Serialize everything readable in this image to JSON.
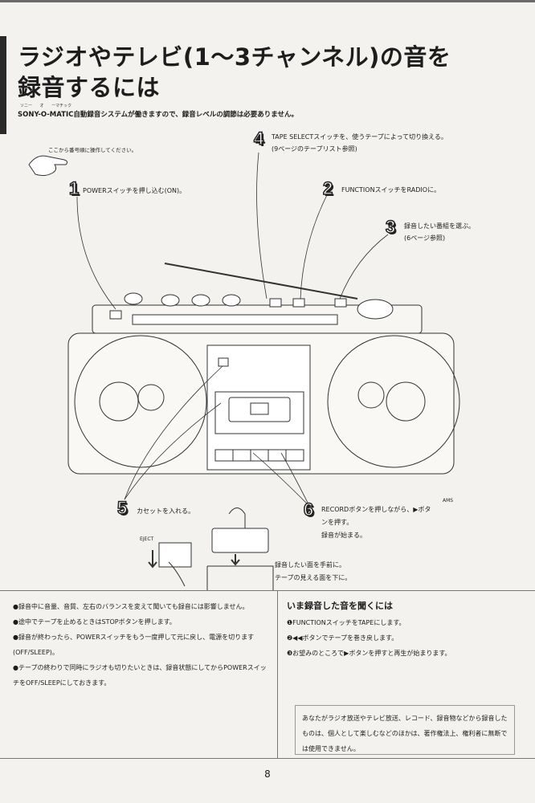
{
  "title": {
    "line1": "ラジオやテレビ(1〜3チャンネル)の音を",
    "line2": "録音するには"
  },
  "subtitle": "SONY-O-MATIC自動録音システムが働きますので、録音レベルの調節は必要ありません。",
  "subtitle_ruby": "ソニー オ ーマチック",
  "start_hint": "ここから番号順に操作してください。",
  "steps": [
    {
      "num": "1",
      "lines": [
        "POWERスイッチを押し込む(ON)。"
      ]
    },
    {
      "num": "2",
      "lines": [
        "FUNCTIONスイッチをRADIOに。"
      ]
    },
    {
      "num": "3",
      "lines": [
        "録音したい番組を選ぶ。",
        "(6ページ参照)"
      ]
    },
    {
      "num": "4",
      "lines": [
        "TAPE SELECTスイッチを、使うテープによって切り換える。",
        "(9ページのテープリスト参照)"
      ]
    },
    {
      "num": "5",
      "lines": [
        "カセットを入れる。"
      ]
    },
    {
      "num": "6",
      "lines": [
        "RECORDボタンを押しながら、▶ボタ",
        "ンを押す。",
        "録音が始まる。"
      ],
      "ams": "AMS"
    }
  ],
  "eject_label": "EJECT",
  "cassette_hint": [
    "録音したい面を手前に。",
    "テープの見える面を下に。"
  ],
  "notes": [
    "●録音中に音量、音質、左右のバランスを変えて聞いても録音には影響しません。",
    "●途中でテープを止めるときはSTOPボタンを押します。",
    "●録音が終わったら、POWERスイッチをもう一度押して元に戻し、電源を切ります(OFF/SLEEP)。",
    "●テープの終わりで同時にラジオも切りたいときは、録音状態にしてからPOWERスイッチをOFF/SLEEPにしておきます。"
  ],
  "listen": {
    "heading": "いま録音した音を聞くには",
    "items": [
      "❶FUNCTIONスイッチをTAPEにします。",
      "❷◀◀ボタンでテープを巻き戻します。",
      "❸お望みのところで▶ボタンを押すと再生が始まります。"
    ]
  },
  "copyright": "あなたがラジオ放送やテレビ放送、レコード、録音物などから録音したものは、個人として楽しむなどのほかは、著作権法上、権利者に無断では使用できません。",
  "page_number": "8"
}
